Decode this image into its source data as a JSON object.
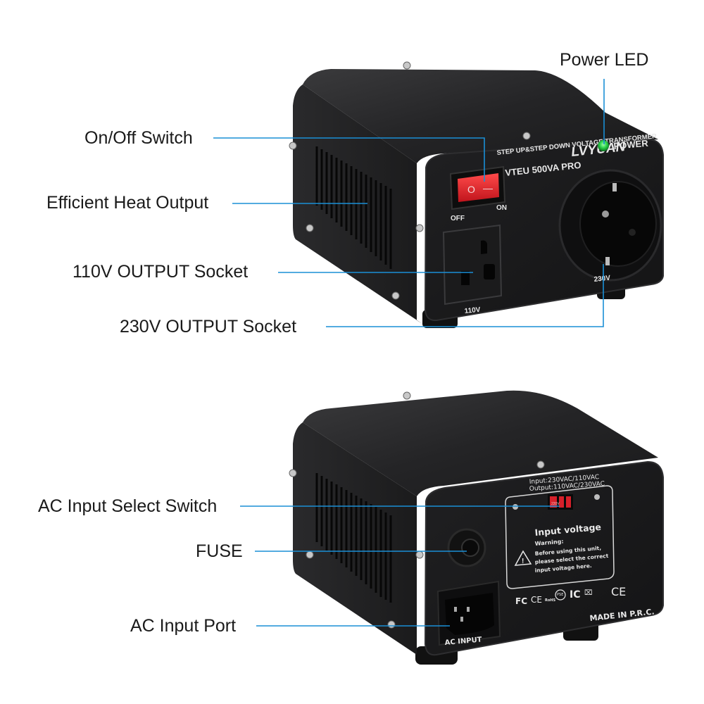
{
  "colors": {
    "leader_line": "#1a8fd6",
    "device_body": "#1c1c1e",
    "device_front": "#161617",
    "switch_red": "#d6202a",
    "led_green": "#2bd24a",
    "background": "#ffffff",
    "label_text": "#1a1a1a"
  },
  "front_view": {
    "callouts": {
      "power_led": "Power LED",
      "on_off_switch": "On/Off Switch",
      "heat_output": "Efficient Heat Output",
      "socket_110v": "110V OUTPUT Socket",
      "socket_230v": "230V OUTPUT Socket"
    },
    "device": {
      "tagline": "STEP UP&STEP DOWN VOLTAGE TRANSFORMER",
      "brand": "LVYUAN",
      "model": "VTEU 500VA PRO",
      "power_label": "POWER",
      "switch_off_label": "OFF",
      "switch_on_label": "ON",
      "switch_off_glyph": "O",
      "switch_on_glyph": "—",
      "socket_110_label": "110V",
      "socket_230_label": "230V"
    }
  },
  "rear_view": {
    "callouts": {
      "ac_select_switch": "AC Input Select Switch",
      "fuse": "FUSE",
      "ac_input_port": "AC Input Port"
    },
    "device": {
      "input_spec": "Input:230VAC/110VAC",
      "output_spec": "Output:110VAC/230VAC",
      "selector_value": "220V",
      "plate_title": "Input voltage",
      "warning_title": "Warning:",
      "warning_line1": "Before using this unit,",
      "warning_line2": "please select the correct",
      "warning_line3": "input voltage here.",
      "certifications": [
        "FC",
        "CE",
        "RoHS",
        "PSE",
        "IC",
        "WEEE",
        "CE"
      ],
      "made_in": "MADE IN P.R.C.",
      "ac_input_label": "AC INPUT"
    }
  }
}
